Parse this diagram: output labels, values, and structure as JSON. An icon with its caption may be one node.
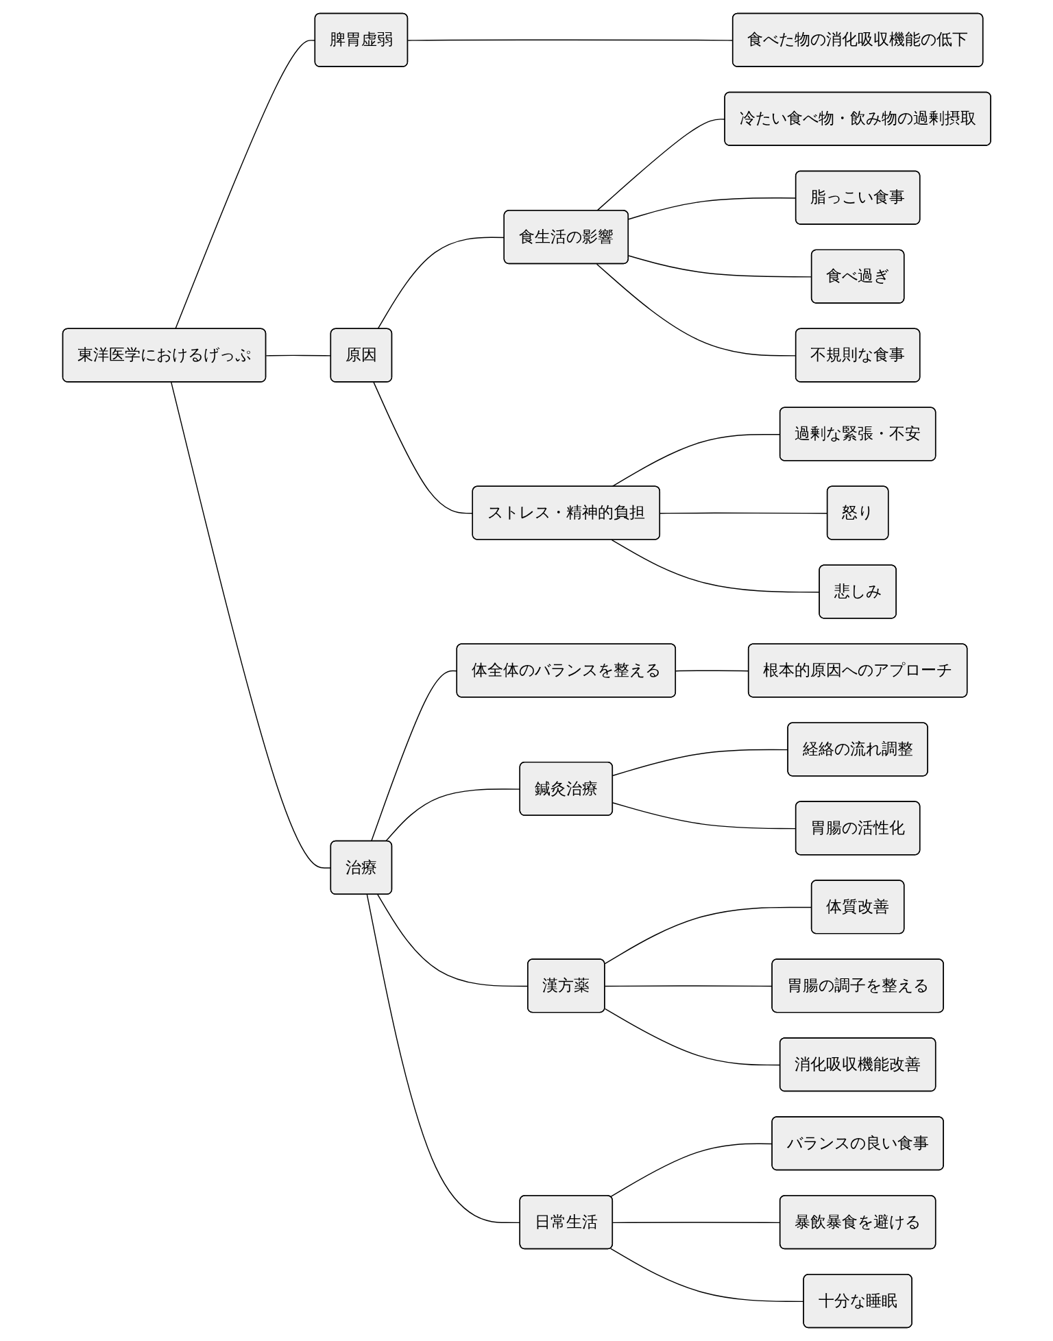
{
  "diagram": {
    "nodes": [
      {
        "text": [
          "東洋医学におけるげっぷ"
        ]
      },
      {
        "text": [
          "脾胃虚弱"
        ]
      },
      {
        "text": [
          "食べた物の消化吸収機能の低下"
        ]
      },
      {
        "text": [
          "原因"
        ]
      },
      {
        "text": [
          "食生活の影響"
        ]
      },
      {
        "text": [
          "冷たい食べ物・飲み物の過剰摂取"
        ]
      },
      {
        "text": [
          "脂っこい食事"
        ]
      },
      {
        "text": [
          "食べ過ぎ"
        ]
      },
      {
        "text": [
          "不規則な食事"
        ]
      },
      {
        "text": [
          "ストレス・精神的負担"
        ]
      },
      {
        "text": [
          "過剰な緊張・不安"
        ]
      },
      {
        "text": [
          "怒り"
        ]
      },
      {
        "text": [
          "悲しみ"
        ]
      },
      {
        "text": [
          "治療"
        ]
      },
      {
        "text": [
          "体全体のバランスを整える"
        ]
      },
      {
        "text": [
          "根本的原因へのアプローチ"
        ]
      },
      {
        "text": [
          "鍼灸治療"
        ]
      },
      {
        "text": [
          "経絡の流れ調整"
        ]
      },
      {
        "text": [
          "胃腸の活性化"
        ]
      },
      {
        "text": [
          "漢方薬"
        ]
      },
      {
        "text": [
          "体質改善"
        ]
      },
      {
        "text": [
          "胃腸の調子を整える"
        ]
      },
      {
        "text": [
          "消化吸収機能改善"
        ]
      },
      {
        "text": [
          "日常生活"
        ]
      },
      {
        "text": [
          "バランスの良い食事"
        ]
      },
      {
        "text": [
          "暴飲暴食を避ける"
        ]
      },
      {
        "text": [
          "十分な睡眠"
        ]
      }
    ],
    "edges": [
      {
        "from": 0,
        "to": 1,
        "arrow": "none"
      },
      {
        "from": 1,
        "to": 2,
        "arrow": "none"
      },
      {
        "from": 0,
        "to": 3,
        "arrow": "none"
      },
      {
        "from": 3,
        "to": 4,
        "arrow": "none"
      },
      {
        "from": 4,
        "to": 5,
        "arrow": "none"
      },
      {
        "from": 4,
        "to": 6,
        "arrow": "none"
      },
      {
        "from": 4,
        "to": 7,
        "arrow": "none"
      },
      {
        "from": 4,
        "to": 8,
        "arrow": "none"
      },
      {
        "from": 3,
        "to": 9,
        "arrow": "none"
      },
      {
        "from": 9,
        "to": 10,
        "arrow": "none"
      },
      {
        "from": 9,
        "to": 11,
        "arrow": "none"
      },
      {
        "from": 9,
        "to": 12,
        "arrow": "none"
      },
      {
        "from": 0,
        "to": 13,
        "arrow": "none"
      },
      {
        "from": 13,
        "to": 14,
        "arrow": "none"
      },
      {
        "from": 14,
        "to": 15,
        "arrow": "none"
      },
      {
        "from": 13,
        "to": 16,
        "arrow": "none"
      },
      {
        "from": 16,
        "to": 17,
        "arrow": "none"
      },
      {
        "from": 16,
        "to": 18,
        "arrow": "none"
      },
      {
        "from": 13,
        "to": 19,
        "arrow": "none"
      },
      {
        "from": 19,
        "to": 20,
        "arrow": "none"
      },
      {
        "from": 19,
        "to": 21,
        "arrow": "none"
      },
      {
        "from": 19,
        "to": 22,
        "arrow": "none"
      },
      {
        "from": 13,
        "to": 23,
        "arrow": "none"
      },
      {
        "from": 23,
        "to": 24,
        "arrow": "none"
      },
      {
        "from": 23,
        "to": 25,
        "arrow": "none"
      },
      {
        "from": 23,
        "to": 26,
        "arrow": "none"
      }
    ]
  }
}
